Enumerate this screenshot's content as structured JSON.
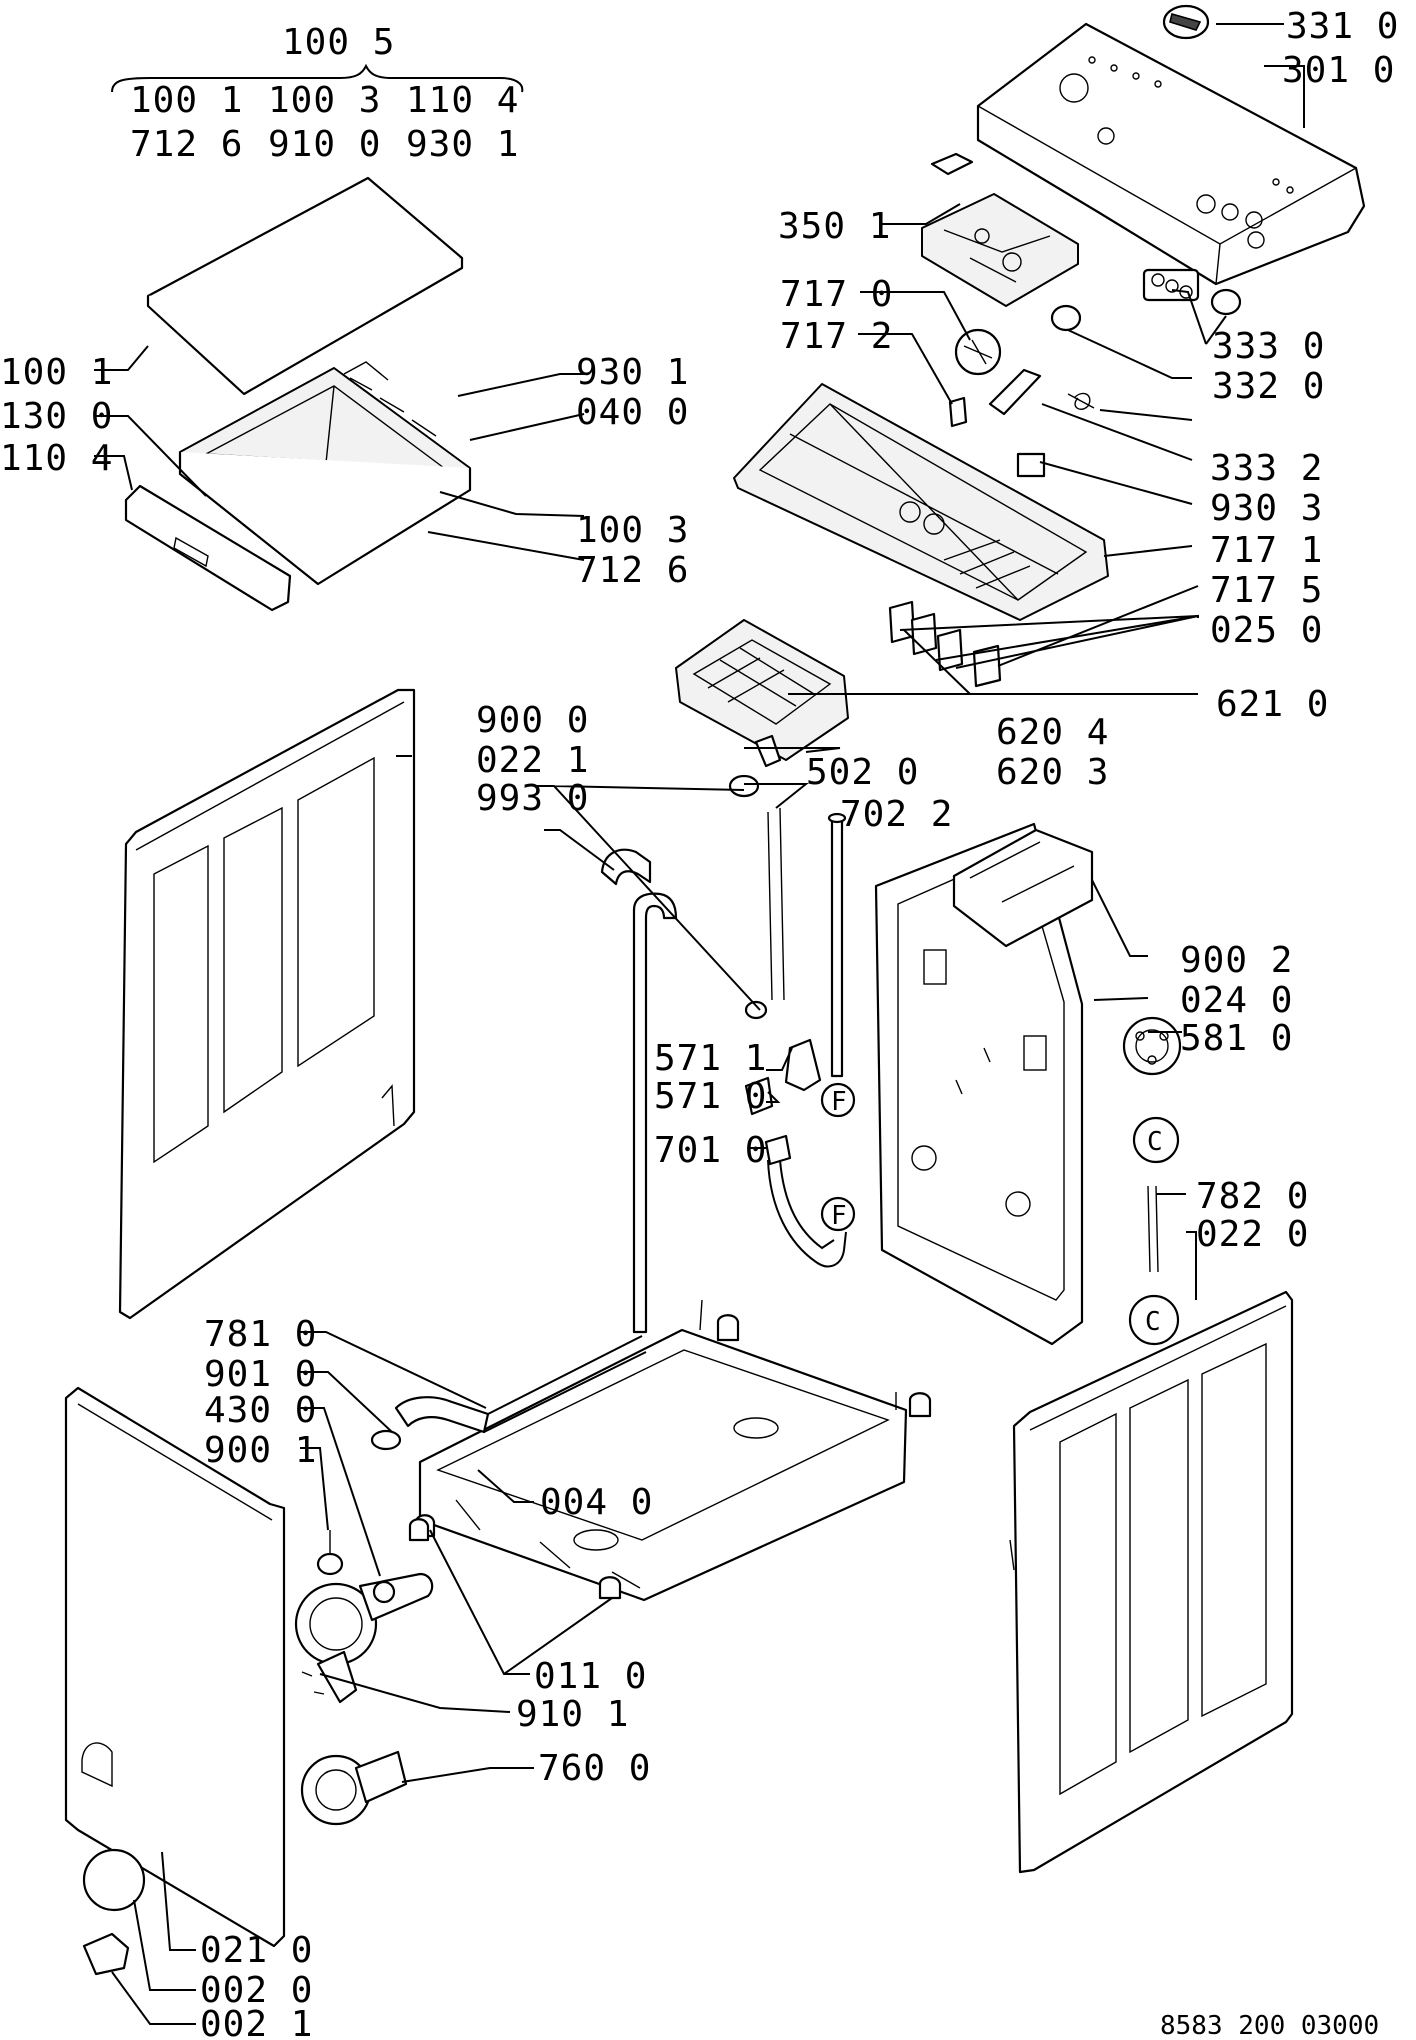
{
  "assembly_header": {
    "top": "100 5",
    "row1": [
      "100 1",
      "100 3",
      "110 4"
    ],
    "row2": [
      "712 6",
      "910 0",
      "930 1"
    ]
  },
  "callouts": [
    {
      "id": "331-0",
      "text": "331 0"
    },
    {
      "id": "301-0",
      "text": "301 0"
    },
    {
      "id": "350-1",
      "text": "350 1"
    },
    {
      "id": "717-0",
      "text": "717 0"
    },
    {
      "id": "717-2",
      "text": "717 2"
    },
    {
      "id": "333-0",
      "text": "333 0"
    },
    {
      "id": "332-0",
      "text": "332 0"
    },
    {
      "id": "333-2",
      "text": "333 2"
    },
    {
      "id": "930-3",
      "text": "930 3"
    },
    {
      "id": "717-1",
      "text": "717 1"
    },
    {
      "id": "717-5",
      "text": "717 5"
    },
    {
      "id": "025-0",
      "text": "025 0"
    },
    {
      "id": "621-0",
      "text": "621 0"
    },
    {
      "id": "620-4",
      "text": "620 4"
    },
    {
      "id": "620-3",
      "text": "620 3"
    },
    {
      "id": "502-0",
      "text": "502 0"
    },
    {
      "id": "702-2",
      "text": "702 2"
    },
    {
      "id": "900-0",
      "text": "900 0"
    },
    {
      "id": "022-1",
      "text": "022 1"
    },
    {
      "id": "993-0",
      "text": "993 0"
    },
    {
      "id": "100-1",
      "text": "100 1"
    },
    {
      "id": "130-0",
      "text": "130 0"
    },
    {
      "id": "110-4",
      "text": "110 4"
    },
    {
      "id": "930-1",
      "text": "930 1"
    },
    {
      "id": "040-0",
      "text": "040 0"
    },
    {
      "id": "100-3",
      "text": "100 3"
    },
    {
      "id": "712-6",
      "text": "712 6"
    },
    {
      "id": "900-2",
      "text": "900 2"
    },
    {
      "id": "024-0",
      "text": "024 0"
    },
    {
      "id": "581-0",
      "text": "581 0"
    },
    {
      "id": "571-1",
      "text": "571 1"
    },
    {
      "id": "571-0",
      "text": "571 0"
    },
    {
      "id": "701-0",
      "text": "701 0"
    },
    {
      "id": "782-0",
      "text": "782 0"
    },
    {
      "id": "022-0",
      "text": "022 0"
    },
    {
      "id": "781-0",
      "text": "781 0"
    },
    {
      "id": "901-0",
      "text": "901 0"
    },
    {
      "id": "430-0",
      "text": "430 0"
    },
    {
      "id": "900-1",
      "text": "900 1"
    },
    {
      "id": "004-0",
      "text": "004 0"
    },
    {
      "id": "011-0",
      "text": "011 0"
    },
    {
      "id": "910-1",
      "text": "910 1"
    },
    {
      "id": "760-0",
      "text": "760 0"
    },
    {
      "id": "021-0",
      "text": "021 0"
    },
    {
      "id": "002-0",
      "text": "002 0"
    },
    {
      "id": "002-1",
      "text": "002 1"
    }
  ],
  "drawing_number": "8583 200 03000",
  "connector_marks": {
    "f": "F",
    "c": "C"
  }
}
